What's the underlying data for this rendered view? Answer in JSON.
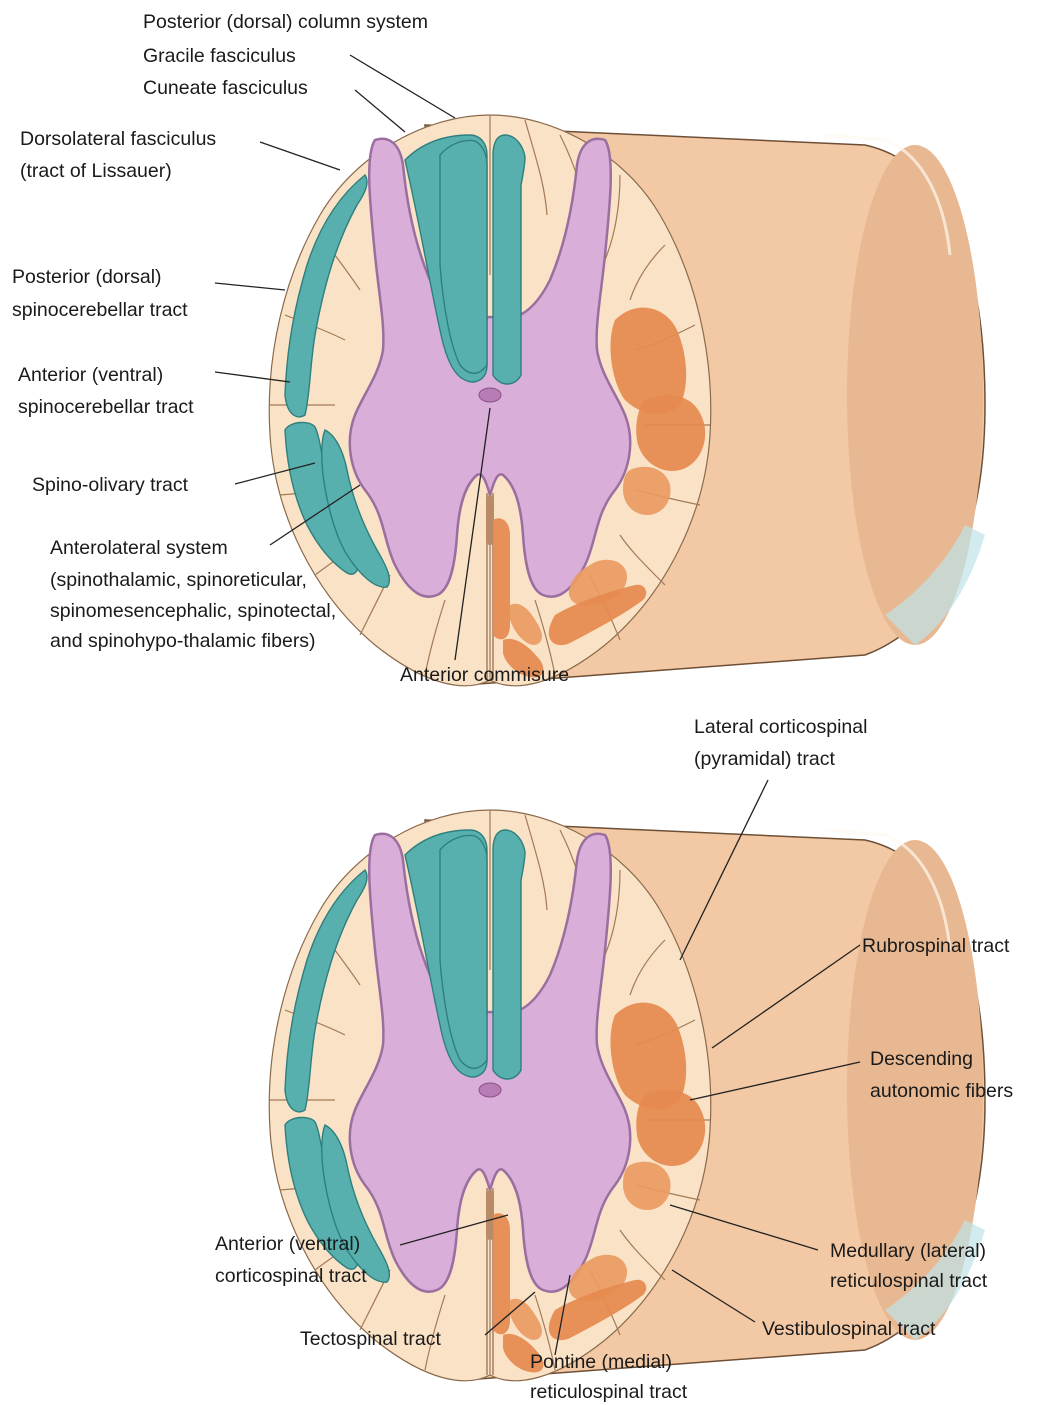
{
  "top_diagram": {
    "labels": {
      "posterior_column_system": "Posterior (dorsal) column system",
      "gracile": "Gracile fasciculus",
      "cuneate": "Cuneate fasciculus",
      "dorsolateral_1": "Dorsolateral fasciculus",
      "dorsolateral_2": "(tract of Lissauer)",
      "post_spinocerebellar_1": "Posterior (dorsal)",
      "post_spinocerebellar_2": "spinocerebellar tract",
      "ant_spinocerebellar_1": "Anterior (ventral)",
      "ant_spinocerebellar_2": "spinocerebellar tract",
      "spino_olivary": "Spino-olivary tract",
      "anterolateral_1": "Anterolateral system",
      "anterolateral_2": "(spinothalamic, spinoreticular,",
      "anterolateral_3": "spinomesencephalic, spinotectal,",
      "anterolateral_4": "and spinohypo-thalamic fibers)",
      "anterior_commisure": "Anterior commisure"
    }
  },
  "bottom_diagram": {
    "labels": {
      "lateral_corticospinal_1": "Lateral corticospinal",
      "lateral_corticospinal_2": "(pyramidal) tract",
      "rubrospinal": "Rubrospinal tract",
      "descending_autonomic_1": "Descending",
      "descending_autonomic_2": "autonomic fibers",
      "anterior_corticospinal_1": "Anterior (ventral)",
      "anterior_corticospinal_2": "corticospinal tract",
      "medullary_1": "Medullary (lateral)",
      "medullary_2": "reticulospinal tract",
      "vestibulospinal": "Vestibulospinal tract",
      "tectospinal": "Tectospinal tract",
      "pontine_1": "Pontine (medial)",
      "pontine_2": "reticulospinal tract"
    }
  },
  "colors": {
    "ascending_tract": "#58b0ae",
    "descending_tract": "#e58a4f",
    "gray_matter": "#d9aed8",
    "white_matter": "#f9e2c6",
    "cylinder": "#f2c9a4"
  }
}
